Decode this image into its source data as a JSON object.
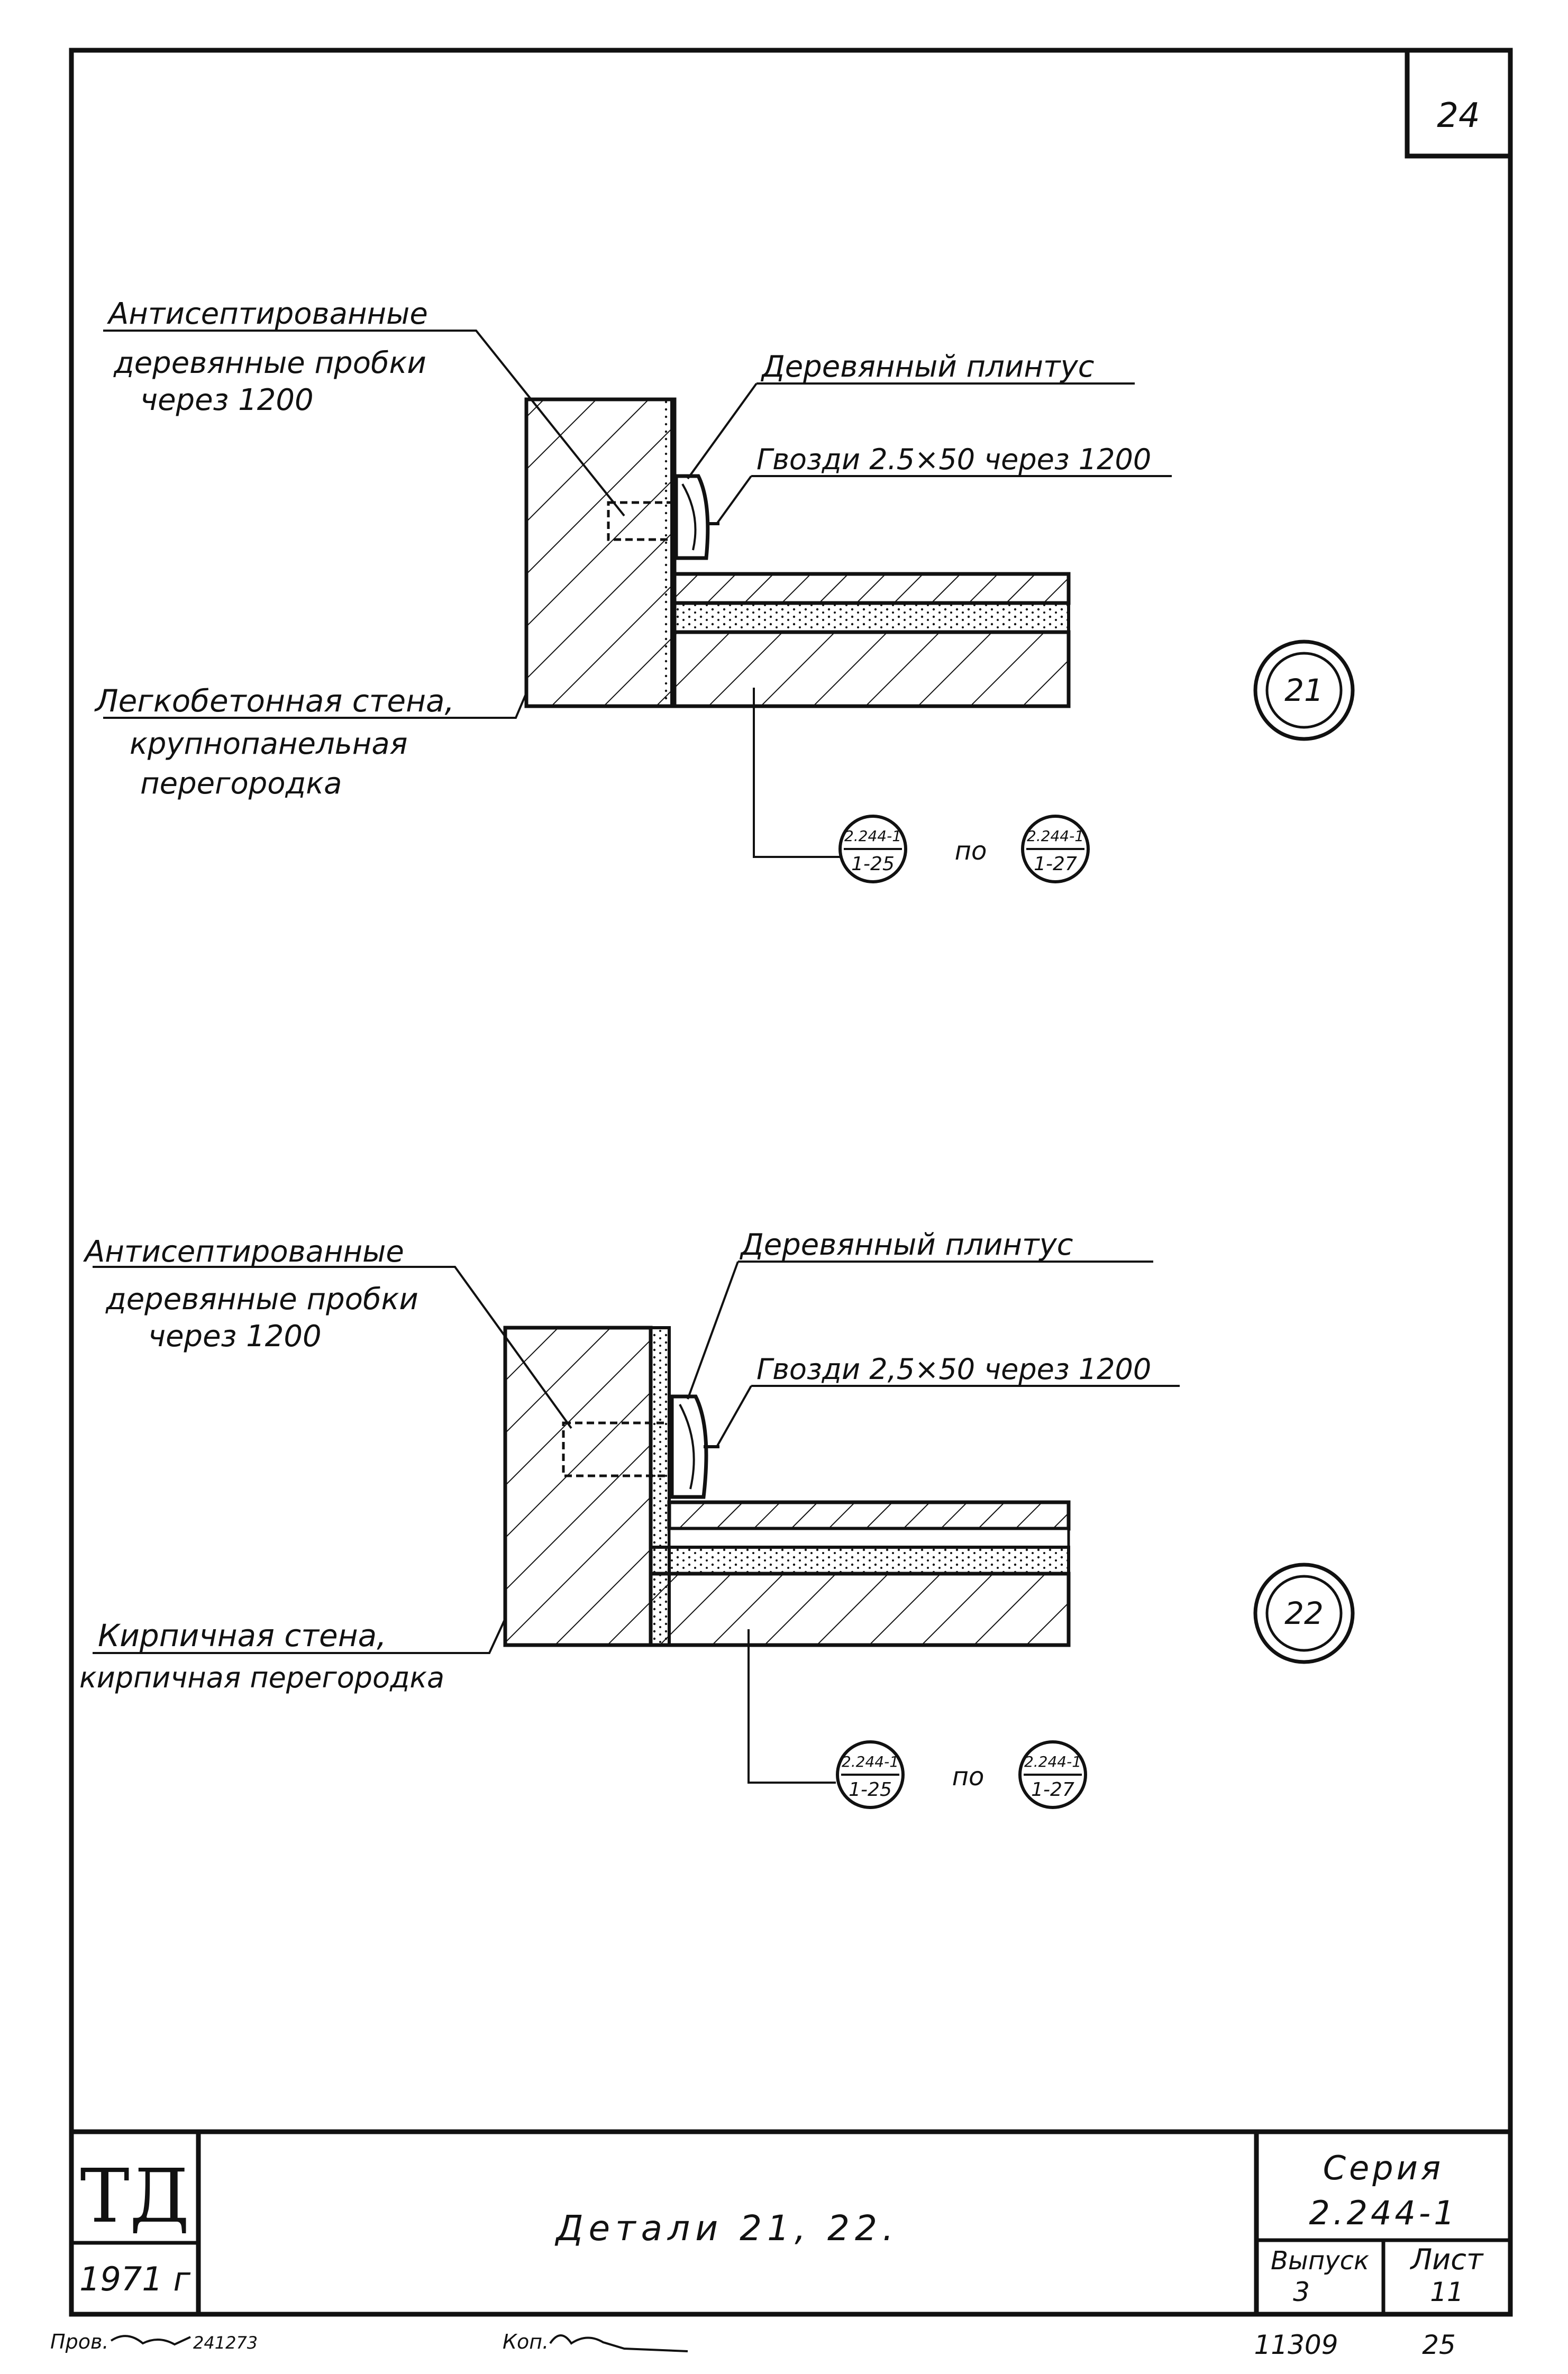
{
  "sheet_number": "24",
  "detail21": {
    "label_plugs": [
      "Антисептированные",
      "деревянные пробки",
      "через 1200"
    ],
    "label_plinth": "Деревянный плинтус",
    "label_nails": "Гвозди 2.5×50 через 1200",
    "label_wall": [
      "Легкобетонная стена,",
      "крупнопанельная",
      "перегородка"
    ],
    "marker": "21",
    "ref_from_top": "2.244-1",
    "ref_from_bottom": "1-25",
    "ref_to_top": "2.244-1",
    "ref_to_bottom": "1-27",
    "ref_word": "по"
  },
  "detail22": {
    "label_plugs": [
      "Антисептированные",
      "деревянные пробки",
      "через 1200"
    ],
    "label_plinth": "Деревянный плинтус",
    "label_nails": "Гвозди 2,5×50 через 1200",
    "label_wall": [
      "Кирпичная стена,",
      "кирпичная перегородка"
    ],
    "marker": "22",
    "ref_from_top": "2.244-1",
    "ref_from_bottom": "1-25",
    "ref_to_top": "2.244-1",
    "ref_to_bottom": "1-27",
    "ref_word": "по"
  },
  "title_block": {
    "logo": "ТД",
    "year": "1971 г",
    "title": "Детали  21, 22.",
    "series_label": "Серия",
    "series_value": "2.244-1",
    "issue_label": "Выпуск",
    "issue_value": "3",
    "sheet_label": "Лист",
    "sheet_value": "11"
  },
  "footer": {
    "checked": "Пров.",
    "checked_code": "241273",
    "copied": "Коп.",
    "order": "11309",
    "page": "25"
  }
}
